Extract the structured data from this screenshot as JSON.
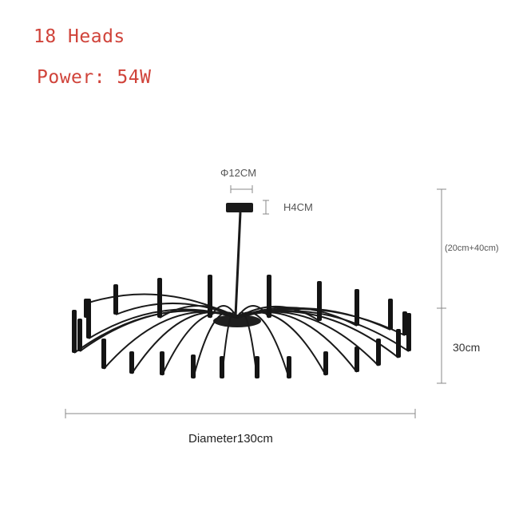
{
  "header": {
    "heads": "18 Heads",
    "power": "Power: 54W"
  },
  "dimensions": {
    "canopy_diameter": "Φ12CM",
    "canopy_height": "H4CM",
    "rod_length": "(20cm+40cm)",
    "fixture_height": "30cm",
    "diameter": "Diameter130cm"
  },
  "colors": {
    "header_text": "#d0433a",
    "fixture": "#1a1a1a",
    "dimension_line": "#888888"
  }
}
